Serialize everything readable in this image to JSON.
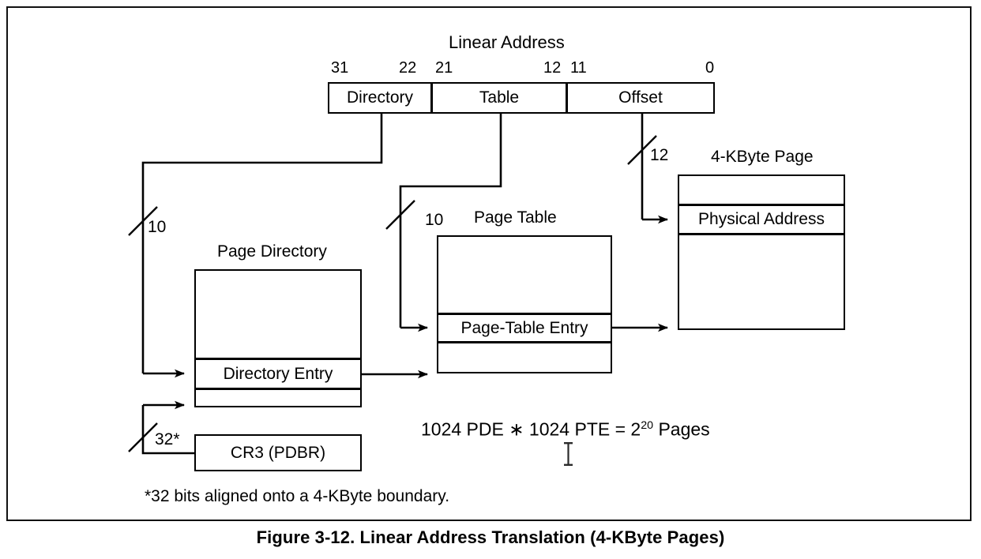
{
  "figure": {
    "caption": "Figure 3-12.  Linear Address Translation (4-KByte Pages)",
    "footnote": "*32 bits aligned onto a 4-KByte boundary.",
    "formula_prefix": "1024 PDE ",
    "formula_operator": "∗",
    "formula_middle": " 1024 PTE = 2",
    "formula_exponent": "20",
    "formula_suffix": " Pages"
  },
  "linear_address": {
    "title": "Linear Address",
    "bits": {
      "b31": "31",
      "b22": "22",
      "b21": "21",
      "b12": "12",
      "b11": "11",
      "b0": "0"
    },
    "fields": [
      {
        "label": "Directory"
      },
      {
        "label": "Table"
      },
      {
        "label": "Offset"
      }
    ]
  },
  "page_directory": {
    "title": "Page Directory",
    "entry_label": "Directory Entry"
  },
  "page_table": {
    "title": "Page Table",
    "entry_label": "Page-Table Entry"
  },
  "physical_page": {
    "title": "4-KByte Page",
    "entry_label": "Physical Address"
  },
  "control_register": {
    "label": "CR3 (PDBR)"
  },
  "wire_labels": {
    "dir_width": "10",
    "table_width": "10",
    "offset_width": "12",
    "cr3_width": "32*"
  },
  "colors": {
    "ink": "#000000",
    "paper": "#ffffff"
  }
}
